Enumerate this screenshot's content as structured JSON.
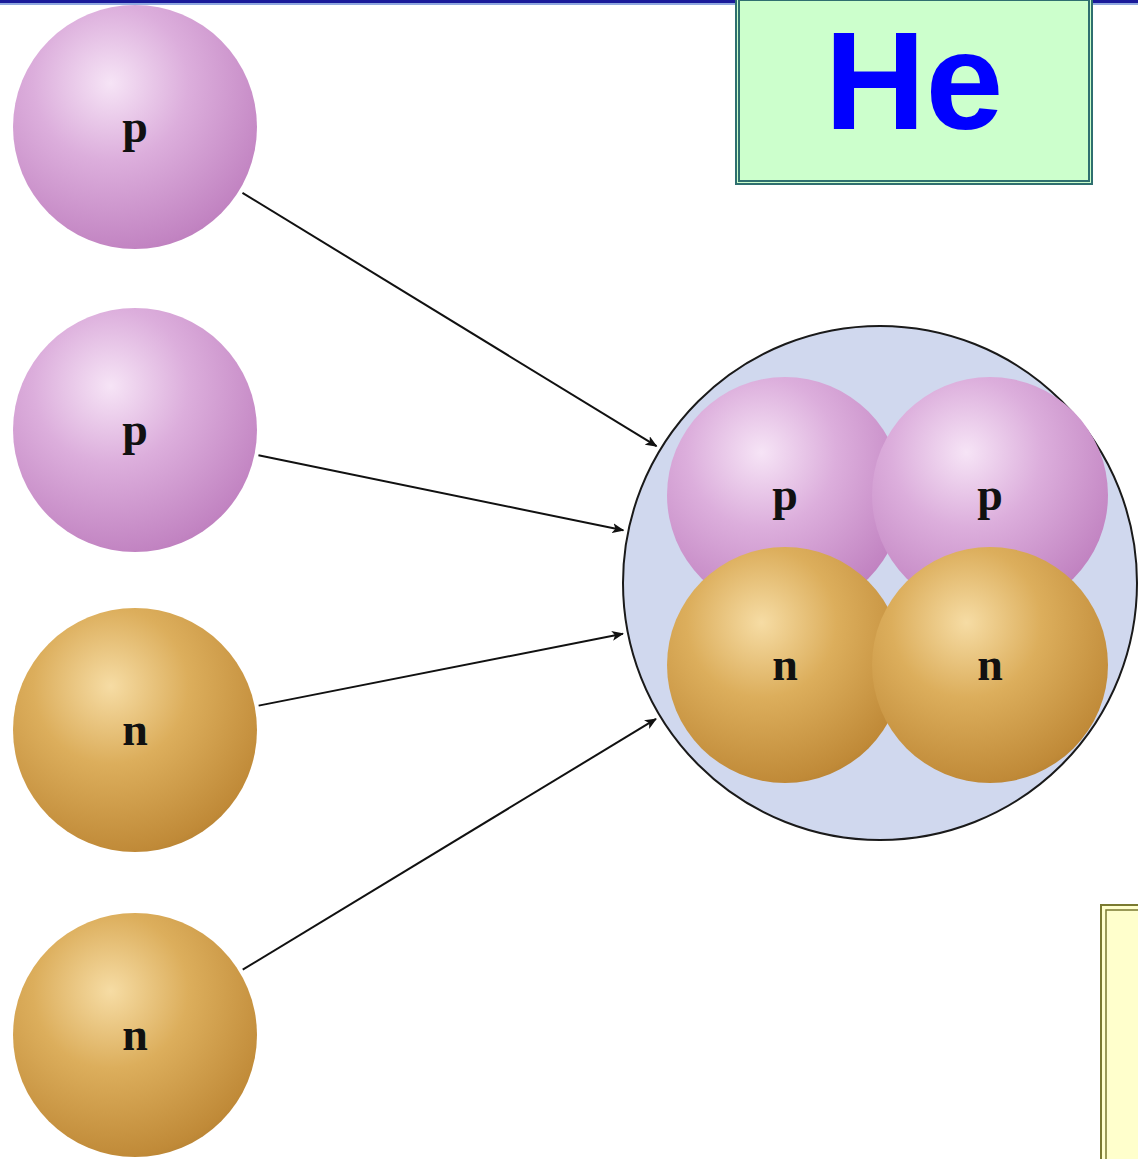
{
  "diagram": {
    "title": "He",
    "nodes": [
      {
        "text": [
          "p"
        ]
      },
      {
        "text": [
          "p"
        ]
      },
      {
        "text": [
          "n"
        ]
      },
      {
        "text": [
          "n"
        ]
      },
      {
        "text": []
      },
      {
        "text": [
          "p"
        ],
        "in": 4
      },
      {
        "text": [
          "p"
        ],
        "in": 4
      },
      {
        "text": [
          "n"
        ],
        "in": 4
      },
      {
        "text": [
          "n"
        ],
        "in": 4
      }
    ],
    "edges": [
      {
        "from": 0,
        "to": 4,
        "arrow": "to"
      },
      {
        "from": 1,
        "to": 4,
        "arrow": "to"
      },
      {
        "from": 2,
        "to": 4,
        "arrow": "to"
      },
      {
        "from": 3,
        "to": 4,
        "arrow": "to"
      }
    ]
  }
}
